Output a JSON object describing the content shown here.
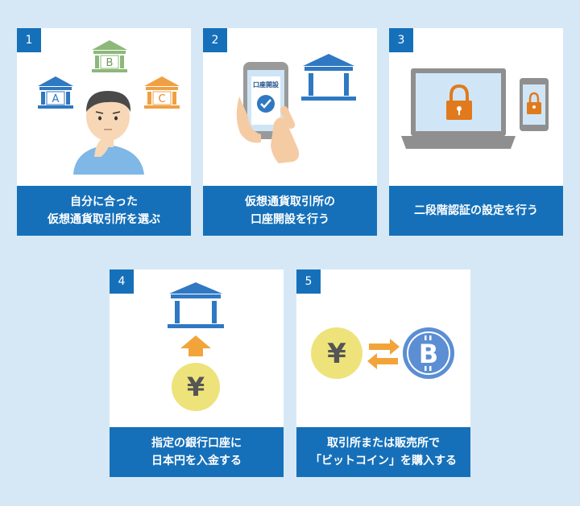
{
  "steps": [
    {
      "number": "1",
      "caption_line1": "自分に合った",
      "caption_line2": "仮想通貨取引所を選ぶ",
      "bank_labels": [
        "A",
        "B",
        "C"
      ]
    },
    {
      "number": "2",
      "caption_line1": "仮想通貨取引所の",
      "caption_line2": "口座開設を行う",
      "phone_screen_label": "口座開設"
    },
    {
      "number": "3",
      "caption_line1": "二段階認証の設定を行う",
      "caption_line2": ""
    },
    {
      "number": "4",
      "caption_line1": "指定の銀行口座に",
      "caption_line2": "日本円を入金する",
      "coin_symbol": "¥"
    },
    {
      "number": "5",
      "caption_line1": "取引所または販売所で",
      "caption_line2": "「ビットコイン」を購入する",
      "yen_symbol": "¥",
      "btc_symbol": "B"
    }
  ],
  "colors": {
    "background": "#d6e8f5",
    "step_blue": "#1670b9",
    "bank_blue": "#2f78c2",
    "bank_green": "#8cb87a",
    "bank_orange": "#f0a043",
    "lock_orange": "#e07a1d",
    "coin_yellow": "#ede37a",
    "arrow_orange": "#f2a43a",
    "btc_blue": "#5b8ed3"
  }
}
